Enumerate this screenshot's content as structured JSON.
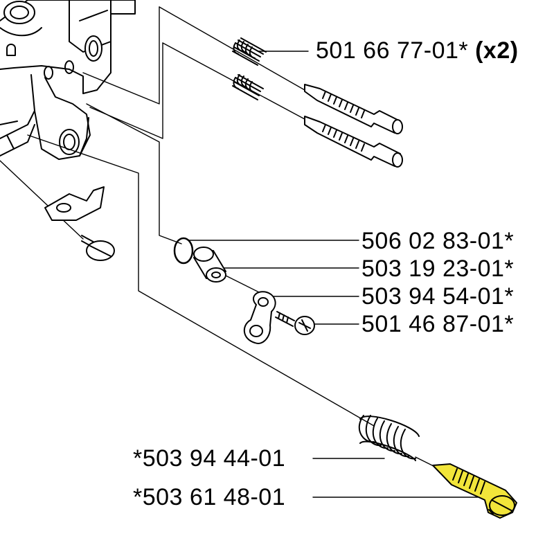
{
  "parts": [
    {
      "number": "501 66 77-01*",
      "qty": "(x2)"
    },
    {
      "number": "506 02 83-01*"
    },
    {
      "number": "503 19 23-01*"
    },
    {
      "number": "503 94 54-01*"
    },
    {
      "number": "501 46 87-01*"
    },
    {
      "number": "*503 94 44-01"
    },
    {
      "number": "*503 61 48-01"
    }
  ],
  "colors": {
    "line": "#000000",
    "highlight": "#f2e53a",
    "background": "#ffffff"
  }
}
